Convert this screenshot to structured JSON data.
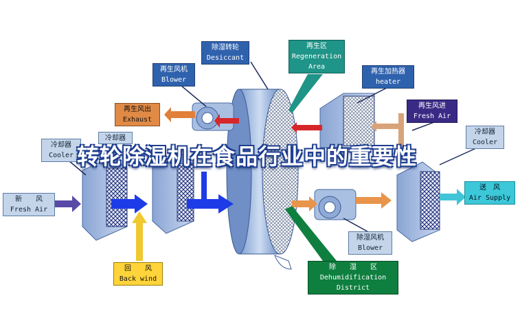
{
  "title": "转轮除湿机在食品行业中的重要性",
  "labels": {
    "desiccant": {
      "zh": "除湿转轮",
      "en": "Desiccant"
    },
    "regen_area": {
      "zh": "再生区",
      "en": "Regeneration Area"
    },
    "regen_blower": {
      "zh": "再生风机",
      "en": "Blower"
    },
    "regen_heater": {
      "zh": "再生加热器",
      "en": "heater"
    },
    "regen_exhaust": {
      "zh": "再生风出",
      "en": "Exhaust"
    },
    "regen_fresh_air": {
      "zh": "再生风进",
      "en": "Fresh Air"
    },
    "cooler_left": {
      "zh": "冷却器",
      "en": "Cooler"
    },
    "cooler_mid": {
      "zh": "冷却器"
    },
    "cooler_right": {
      "zh": "冷却器",
      "en": "Cooler"
    },
    "fresh_air_in": {
      "zh": "新　　风",
      "en": "Fresh Air"
    },
    "back_wind": {
      "zh": "回　　风",
      "en": "Back wind"
    },
    "air_supply": {
      "zh": "送　风",
      "en": "Air Supply"
    },
    "dehum_blower": {
      "zh": "除湿风机",
      "en": "Blower"
    },
    "dehum_district": {
      "zh": "除　　湿　　区",
      "en": "Dehumidification District"
    }
  },
  "colors": {
    "label_blue": "#2f62ad",
    "exhaust_orange": "#e08a46",
    "fresh_air_purple": "#3a2a86",
    "regen_teal": "#1f9488",
    "supply_cyan": "#3cc8d8",
    "back_wind_yellow": "#ffd43a",
    "dehum_green": "#0e7f3f",
    "arrow_red": "#d6262a",
    "arrow_blue": "#1d3ce8",
    "arrow_orange": "#e0803a"
  }
}
